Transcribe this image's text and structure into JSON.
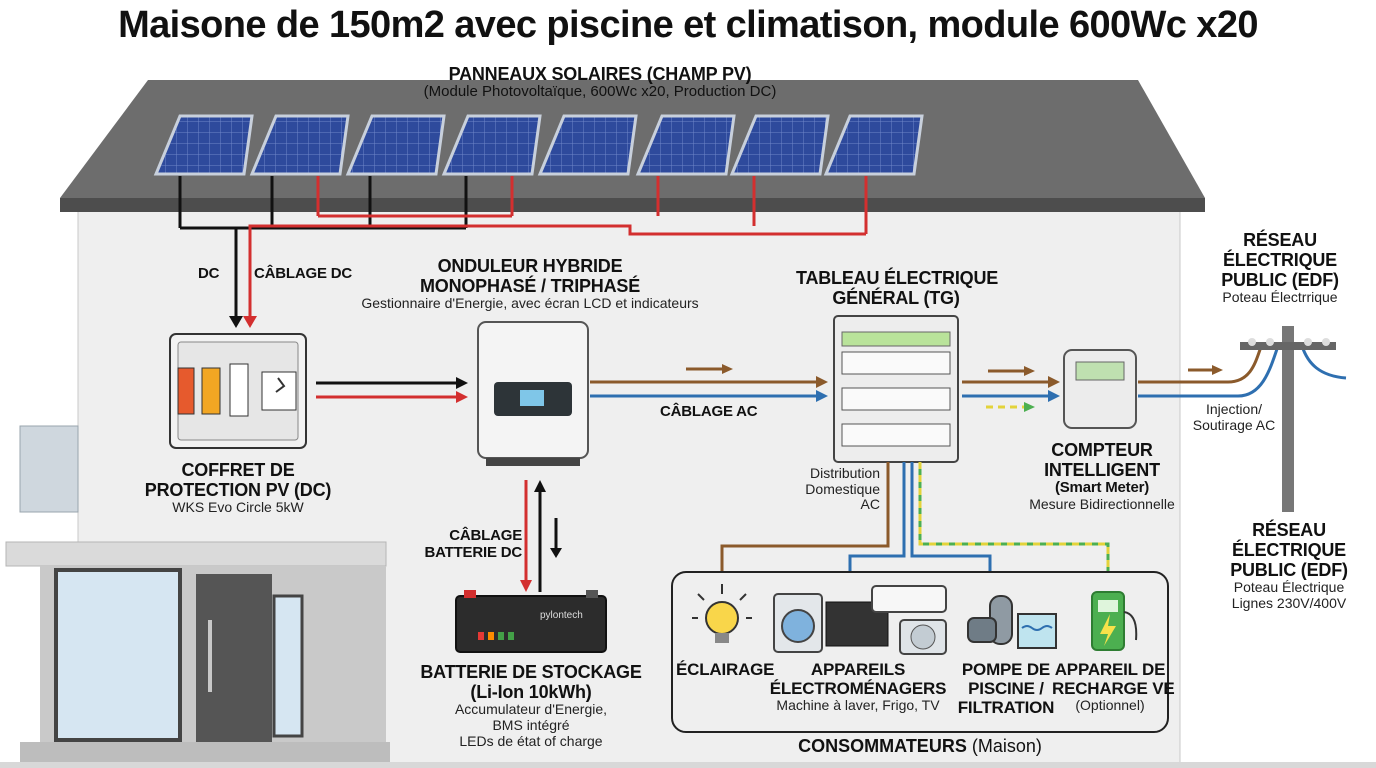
{
  "title": "Maisone de 150m2 avec piscine et climatison, module 600Wc x20",
  "panels": {
    "heading": "PANNEAUX SOLAIRES (CHAMP PV)",
    "sub": "(Module Photovoltaïque, 600Wc x20, Production DC)"
  },
  "cables": {
    "dc": "DC",
    "dc_wiring": "CÂBLAGE DC",
    "ac_wiring": "CÂBLAGE AC",
    "battery_line1": "CÂBLAGE",
    "battery_line2": "BATTERIE DC"
  },
  "protection": {
    "line1": "COFFRET DE",
    "line2": "PROTECTION PV (DC)",
    "sub": "WKS Evo Circle 5kW"
  },
  "inverter": {
    "line1": "ONDULEUR HYBRIDE",
    "line2": "MONOPHASÉ / TRIPHASÉ",
    "sub": "Gestionnaire d'Energie, avec écran LCD et indicateurs"
  },
  "board": {
    "line1": "TABLEAU ÉLECTRIQUE",
    "line2": "GÉNÉRAL (TG)",
    "dist1": "Distribution",
    "dist2": "Domestique",
    "dist3": "AC"
  },
  "meter": {
    "line1": "COMPTEUR",
    "line2": "INTELLIGENT",
    "line3": "(Smart Meter)",
    "sub": "Mesure Bidirectionnelle"
  },
  "grid_top": {
    "line1": "RÉSEAU",
    "line2": "ÉLECTRIQUE",
    "line3": "PUBLIC (EDF)",
    "sub": "Poteau Électrrique"
  },
  "grid_bottom": {
    "line1": "RÉSEAU",
    "line2": "ÉLECTRIQUE",
    "line3": "PUBLIC (EDF)",
    "sub1": "Poteau Électrique",
    "sub2": "Lignes 230V/400V"
  },
  "injection": {
    "line1": "Injection/",
    "line2": "Soutirage AC"
  },
  "battery": {
    "brand": "pylontech",
    "line1": "BATTERIE DE STOCKAGE",
    "line2": "(Li-Ion 10kWh)",
    "sub1": "Accumulateur d'Energie,",
    "sub2": "BMS intégré",
    "sub3": "LEDs de état of charge"
  },
  "consumers": {
    "footer_bold": "CONSOMMATEURS",
    "footer_normal": " (Maison)",
    "lighting": "ÉCLAIRAGE",
    "appliances_line1": "APPAREILS",
    "appliances_line2": "ÉLECTROMÉNAGERS",
    "appliances_sub": "Machine à laver, Frigo, TV",
    "pool_line1": "POMPE DE",
    "pool_line2": "PISCINE /",
    "pool_line3": "FILTRATION",
    "ev_line1": "APPAREIL DE",
    "ev_line2": "RECHARGE VE",
    "ev_sub": "(Optionnel)"
  },
  "colors": {
    "dc_positive": "#d32f2f",
    "dc_negative": "#111111",
    "ac_brown": "#8b5a2b",
    "ac_blue": "#2e6fb0",
    "earth_green": "#4caf50",
    "earth_yellow": "#e3d33a",
    "panel_blue": "#2e4a9c",
    "roof": "#6d6d6d",
    "wall": "#efefef"
  }
}
